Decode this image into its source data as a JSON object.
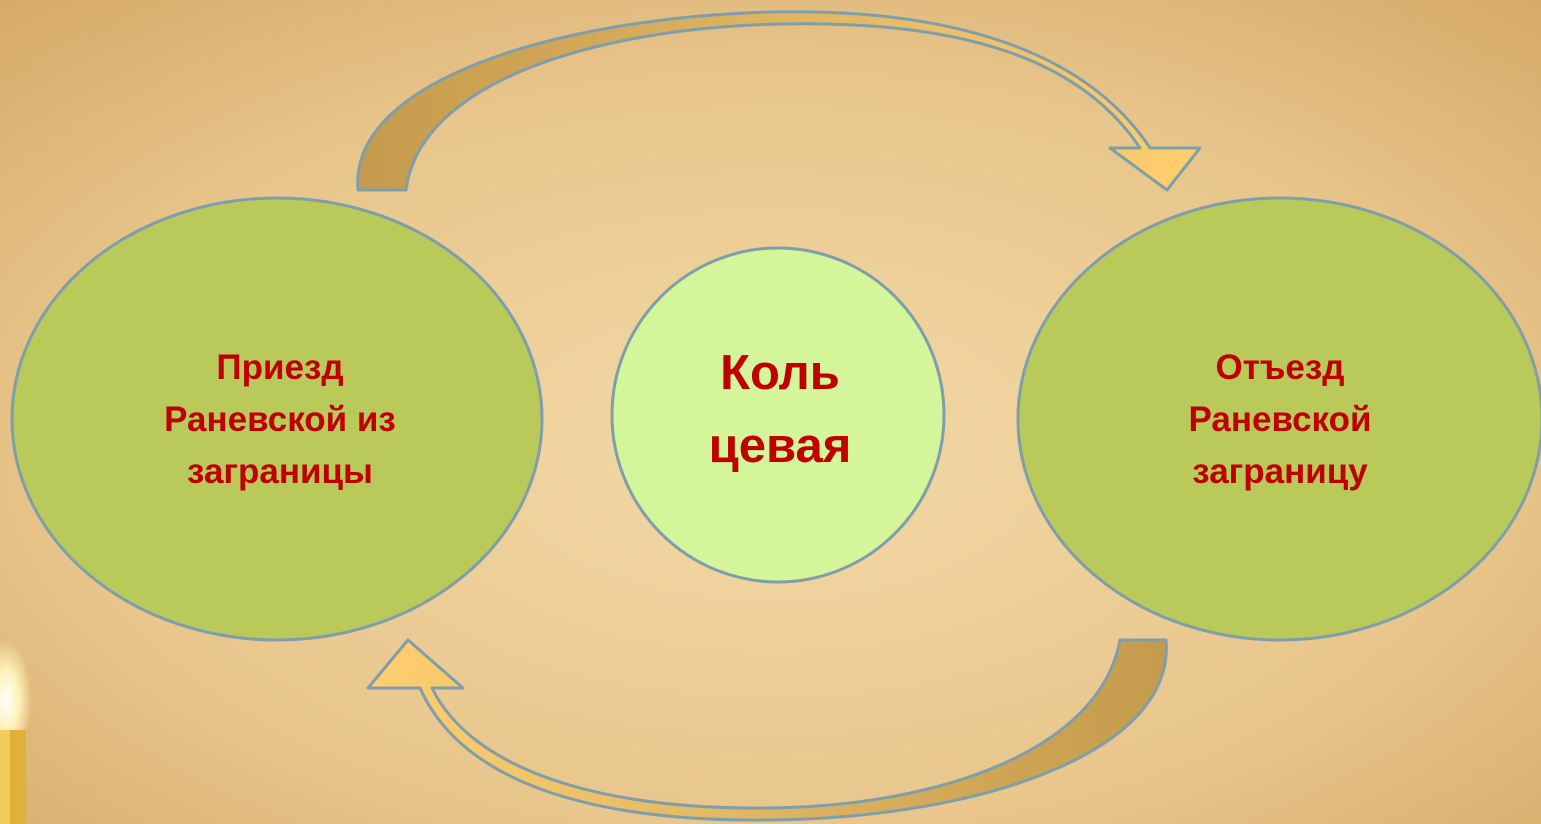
{
  "diagram": {
    "left_node": {
      "lines": [
        "Приезд",
        "Раневской из",
        "заграницы"
      ]
    },
    "center_node": {
      "lines": [
        "Коль",
        "цевая"
      ]
    },
    "right_node": {
      "lines": [
        "Отъезд",
        "Раневской",
        "заграницу"
      ]
    }
  },
  "colors": {
    "text": "#c00000",
    "side_ellipse_fill": "#b9c95a",
    "center_circle_fill": "#d5f59a",
    "outline": "#7f9eab",
    "arrow_fill_light": "#ffcf6e",
    "arrow_fill_dark": "#c49a4c",
    "background": "#e9c98f"
  },
  "icons": {
    "top_arrow": "curved-arrow-right-icon",
    "bottom_arrow": "curved-arrow-left-icon",
    "candle": "candle-icon"
  }
}
